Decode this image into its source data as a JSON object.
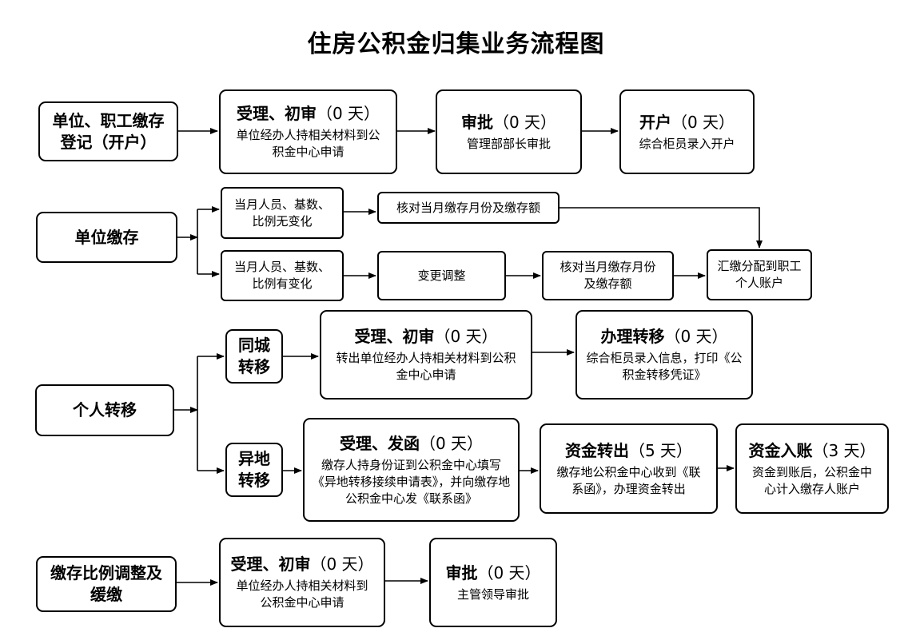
{
  "title": "住房公积金归集业务流程图",
  "row1": {
    "start": "单位、职工缴存登记（开户）",
    "step1": {
      "title": "受理、初审",
      "dur": "（0 天）",
      "desc": "单位经办人持相关材料到公积金中心申请"
    },
    "step2": {
      "title": "审批",
      "dur": "（0 天）",
      "desc": "管理部部长审批"
    },
    "step3": {
      "title": "开户",
      "dur": "（0 天）",
      "desc": "综合柜员录入开户"
    }
  },
  "row2": {
    "start": "单位缴存",
    "cond1": "当月人员、基数、比例无变化",
    "check1": "核对当月缴存月份及缴存额",
    "cond2": "当月人员、基数、比例有变化",
    "change": "变更调整",
    "check2": "核对当月缴存月份及缴存额",
    "allocate": "汇缴分配到职工个人账户"
  },
  "row3": {
    "start": "个人转移",
    "local": "同城转移",
    "local_step1": {
      "title": "受理、初审",
      "dur": "（0 天）",
      "desc": "转出单位经办人持相关材料到公积金中心申请"
    },
    "local_step2": {
      "title": "办理转移",
      "dur": "（0 天）",
      "desc": "综合柜员录入信息，打印《公积金转移凭证》"
    },
    "remote": "异地转移",
    "remote_step1": {
      "title": "受理、发函",
      "dur": "（0 天）",
      "desc": "缴存人持身份证到公积金中心填写《异地转移接续申请表》，并向缴存地公积金中心发《联系函》"
    },
    "remote_step2": {
      "title": "资金转出",
      "dur": "（5 天）",
      "desc": "缴存地公积金中心收到《联系函》，办理资金转出"
    },
    "remote_step3": {
      "title": "资金入账",
      "dur": "（3 天）",
      "desc": "资金到账后，公积金中心计入缴存人账户"
    }
  },
  "row4": {
    "start": "缴存比例调整及缓缴",
    "step1": {
      "title": "受理、初审",
      "dur": "（0 天）",
      "desc": "单位经办人持相关材料到公积金中心申请"
    },
    "step2": {
      "title": "审批",
      "dur": "（0 天）",
      "desc": "主管领导审批"
    }
  }
}
